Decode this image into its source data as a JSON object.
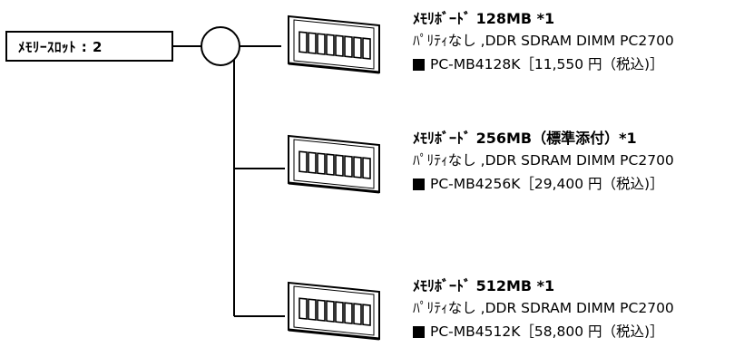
{
  "slot_label": "ﾒﾓﾘｰｽﾛｯﾄ : 2",
  "options": [
    {
      "title": "ﾒﾓﾘﾎﾞｰﾄﾞ 128MB *1",
      "spec": "ﾊﾟﾘﾃｨなし ,DDR SDRAM DIMM PC2700",
      "part": "PC-MB4128K［11,550 円（税込)］"
    },
    {
      "title": "ﾒﾓﾘﾎﾞｰﾄﾞ 256MB（標準添付）*1",
      "spec": "ﾊﾟﾘﾃｨなし ,DDR SDRAM DIMM PC2700",
      "part": "PC-MB4256K［29,400 円（税込)］"
    },
    {
      "title": "ﾒﾓﾘﾎﾞｰﾄﾞ 512MB *1",
      "spec": "ﾊﾟﾘﾃｨなし ,DDR SDRAM DIMM PC2700",
      "part": "PC-MB4512K［58,800 円（税込)］"
    }
  ],
  "icons": {
    "memory_module": "memory-module-icon",
    "bullet": "black-square-icon"
  }
}
